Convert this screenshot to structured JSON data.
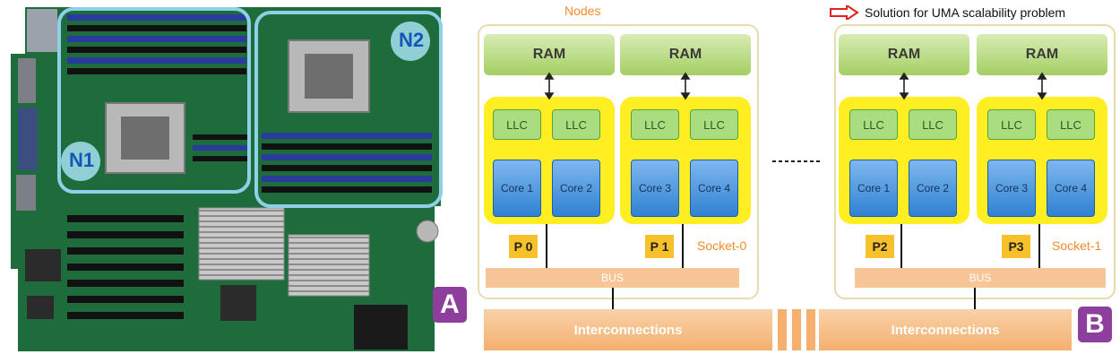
{
  "panel_a": {
    "badge": "A",
    "node1_label": "N1",
    "node2_label": "N2"
  },
  "panel_b": {
    "badge": "B",
    "title": "Nodes",
    "legend_text": "Solution for UMA scalability problem",
    "sockets": [
      {
        "label": "Socket-0",
        "bus": "BUS",
        "processors": [
          {
            "label": "P 0",
            "ram": "RAM",
            "llc": [
              "LLC",
              "LLC"
            ],
            "cores": [
              "Core 1",
              "Core 2"
            ]
          },
          {
            "label": "P 1",
            "ram": "RAM",
            "llc": [
              "LLC",
              "LLC"
            ],
            "cores": [
              "Core 3",
              "Core 4"
            ]
          }
        ]
      },
      {
        "label": "Socket-1",
        "bus": "BUS",
        "processors": [
          {
            "label": "P2",
            "ram": "RAM",
            "llc": [
              "LLC",
              "LLC"
            ],
            "cores": [
              "Core 1",
              "Core 2"
            ]
          },
          {
            "label": "P3",
            "ram": "RAM",
            "llc": [
              "LLC",
              "LLC"
            ],
            "cores": [
              "Core 3",
              "Core 4"
            ]
          }
        ]
      }
    ],
    "interconnect_labels": [
      "Interconnections",
      "Interconnections"
    ]
  },
  "colors": {
    "badge": "#8e3f9e",
    "board_green": "#1e6b3c",
    "node_outline": "#8fd0e6",
    "ram": "#a4cf63",
    "processor": "#ffee22",
    "llc": "#a9dd80",
    "core": "#2f82d2",
    "bus": "#f7c596",
    "interconnect": "#f5b070",
    "accent_orange": "#f28c2a",
    "arrow_red": "#e0231c"
  }
}
